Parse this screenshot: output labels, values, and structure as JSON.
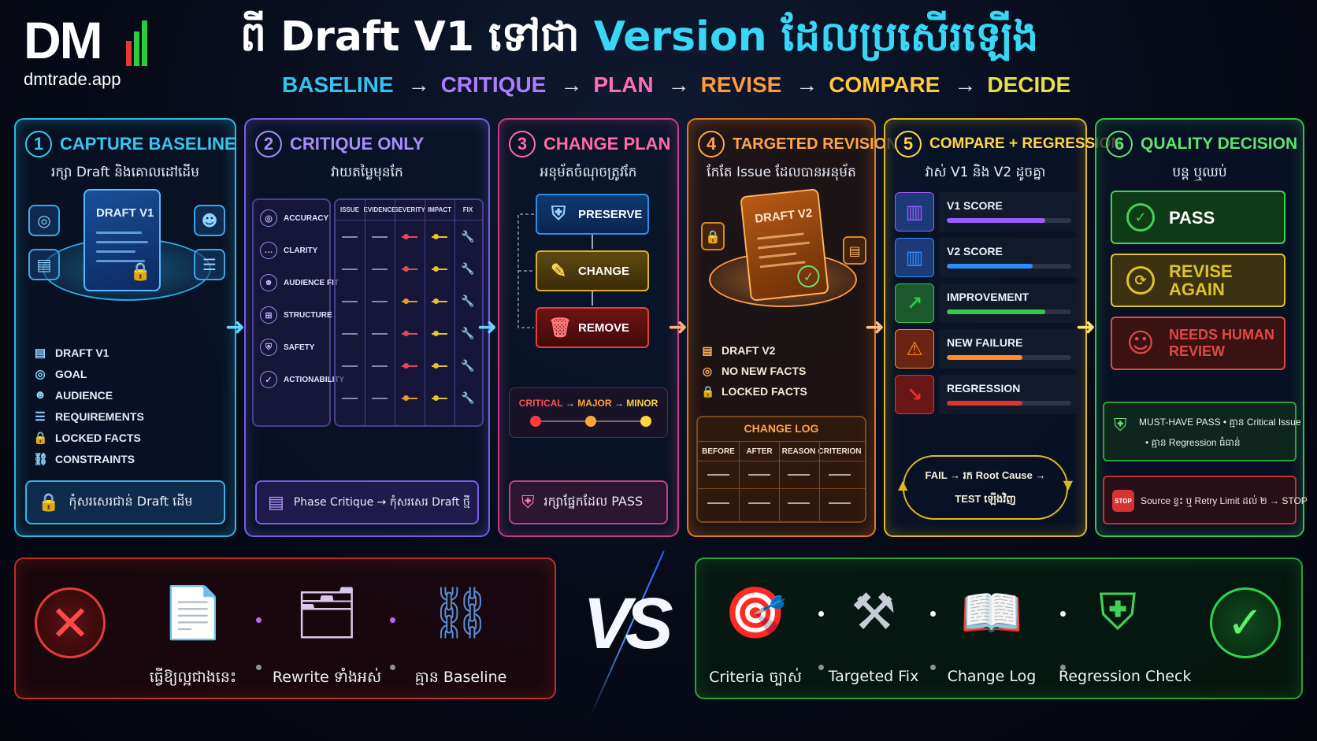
{
  "brand": {
    "logo_text": "DM",
    "site": "dmtrade.app",
    "bar_colors": [
      "#e53935",
      "#2ecc40",
      "#2ecc40"
    ]
  },
  "title": {
    "part1": "ពី Draft V1 ទៅជា ",
    "part2": "Version ដែលប្រសើរឡើង"
  },
  "flow": [
    "BASELINE",
    "CRITIQUE",
    "PLAN",
    "REVISE",
    "COMPARE",
    "DECIDE"
  ],
  "flow_arrow": "→",
  "flow_colors": [
    "#34c3f0",
    "#b07cff",
    "#ff6fb0",
    "#ff9a3c",
    "#ffc93a",
    "#e6df4e"
  ],
  "steps": [
    {
      "num": "1",
      "title": "CAPTURE BASELINE",
      "subtitle": "រក្សា Draft និងគោលដៅដើម",
      "doc_label": "DRAFT V1",
      "items": [
        {
          "icon": "clipboard-icon",
          "glyph": "▤",
          "label": "DRAFT V1"
        },
        {
          "icon": "target-icon",
          "glyph": "◎",
          "label": "GOAL"
        },
        {
          "icon": "users-icon",
          "glyph": "☻",
          "label": "AUDIENCE"
        },
        {
          "icon": "checklist-icon",
          "glyph": "☰",
          "label": "REQUIREMENTS"
        },
        {
          "icon": "lock-icon",
          "glyph": "🔒",
          "label": "LOCKED FACTS"
        },
        {
          "icon": "link-icon",
          "glyph": "⛓",
          "label": "CONSTRAINTS"
        }
      ],
      "footer": "កុំសរសេរជាន់ Draft ដើម"
    },
    {
      "num": "2",
      "title": "CRITIQUE ONLY",
      "subtitle": "វាយតម្លៃមុនកែ",
      "criteria": [
        "ACCURACY",
        "CLARITY",
        "AUDIENCE FIT",
        "STRUCTURE",
        "SAFETY",
        "ACTIONABILITY"
      ],
      "criteria_glyphs": [
        "◎",
        "…",
        "☻",
        "⊞",
        "⛨",
        "✓"
      ],
      "columns": [
        "ISSUE",
        "EVIDENCE",
        "SEVERITY",
        "IMPACT",
        "FIX"
      ],
      "severity_colors": [
        "#e5484d",
        "#e5484d",
        "#e89a2c",
        "#e5484d",
        "#e5484d",
        "#e89a2c"
      ],
      "impact_colors": [
        "#e8c22c",
        "#e8c22c",
        "#e8c22c",
        "#e8c22c",
        "#e8c22c",
        "#e8c22c"
      ],
      "fix_glyph": "🔧",
      "footer": "Phase Critique → កុំសរសេរ Draft ថ្មី"
    },
    {
      "num": "3",
      "title": "CHANGE PLAN",
      "subtitle": "អនុម័តចំណុចត្រូវកែ",
      "actions": [
        {
          "icon": "shield-icon",
          "glyph": "⛨",
          "label": "PRESERVE"
        },
        {
          "icon": "pencil-icon",
          "glyph": "✎",
          "label": "CHANGE"
        },
        {
          "icon": "trash-icon",
          "glyph": "🗑",
          "label": "REMOVE"
        }
      ],
      "severity": [
        "CRITICAL",
        "MAJOR",
        "MINOR"
      ],
      "severity_dot_colors": [
        "#ff3b3b",
        "#ffa43a",
        "#ffd43a"
      ],
      "footer": "រក្សាផ្នែកដែល PASS"
    },
    {
      "num": "4",
      "title": "TARGETED REVISION",
      "subtitle": "កែតែ Issue ដែលបានអនុម័ត",
      "doc_label": "DRAFT V2",
      "items": [
        {
          "icon": "clipboard-icon",
          "glyph": "▤",
          "label": "DRAFT V2"
        },
        {
          "icon": "target-icon",
          "glyph": "◎",
          "label": "NO NEW FACTS"
        },
        {
          "icon": "lock-icon",
          "glyph": "🔒",
          "label": "LOCKED FACTS"
        }
      ],
      "change_log_title": "CHANGE LOG",
      "change_log_columns": [
        "BEFORE",
        "AFTER",
        "REASON",
        "CRITERION"
      ]
    },
    {
      "num": "5",
      "title": "COMPARE + REGRESSION",
      "subtitle": "វាស់ V1 និង V2 ដូចគ្នា",
      "metrics": [
        {
          "icon": "bar-chart-icon",
          "glyph": "▥",
          "label": "V1 SCORE",
          "level": 0.79,
          "color": "#9b5cff",
          "icon_bg": "#1c3a78"
        },
        {
          "icon": "bar-chart-icon",
          "glyph": "▥",
          "label": "V2 SCORE",
          "level": 0.69,
          "color": "#2f8cff",
          "icon_bg": "#1c3a78"
        },
        {
          "icon": "trend-up-icon",
          "glyph": "↗",
          "label": "IMPROVEMENT",
          "level": 0.79,
          "color": "#35c94c",
          "icon_bg": "#1c5a2c"
        },
        {
          "icon": "warning-icon",
          "glyph": "⚠",
          "label": "NEW FAILURE",
          "level": 0.61,
          "color": "#ff8a2a",
          "icon_bg": "#6a2414"
        },
        {
          "icon": "trend-down-icon",
          "glyph": "↘",
          "label": "REGRESSION",
          "level": 0.61,
          "color": "#e53030",
          "icon_bg": "#6a1616"
        }
      ],
      "loop_line1": "FAIL → រក Root Cause →",
      "loop_line2": "TEST ឡើងវិញ"
    },
    {
      "num": "6",
      "title": "QUALITY DECISION",
      "subtitle": "បន្ត ឬឈប់",
      "decisions": [
        {
          "icon": "check-circle-icon",
          "glyph": "✓",
          "label1": "PASS",
          "label2": "",
          "color": "#3fd256",
          "bg": "#0f3a16"
        },
        {
          "icon": "refresh-icon",
          "glyph": "⟳",
          "label1": "REVISE",
          "label2": "AGAIN",
          "color": "#e0c22c",
          "bg": "#3a3210"
        },
        {
          "icon": "user-icon",
          "glyph": "☺",
          "label1": "NEEDS HUMAN",
          "label2": "REVIEW",
          "color": "#e04848",
          "bg": "#3a1212"
        }
      ],
      "must_line1": "MUST-HAVE PASS • គ្មាន Critical Issue",
      "must_line2": "• គ្មាន Regression ធំធាន់",
      "stop_badge": "STOP",
      "stop_text": "Source ខ្វះ ឬ Retry Limit ដល់ ២ → STOP"
    }
  ],
  "bad": {
    "glyph": "✕",
    "items": [
      {
        "icon": "papers-icon",
        "glyph": "📄",
        "label": "ធ្វើឱ្យល្អជាងនេះ"
      },
      {
        "icon": "torn-photos-icon",
        "glyph": "🗂",
        "label": "Rewrite ទាំងអស់"
      },
      {
        "icon": "broken-link-icon",
        "glyph": "⛓",
        "label": "គ្មាន Baseline"
      }
    ]
  },
  "vs": "VS",
  "good": {
    "glyph": "✓",
    "items": [
      {
        "icon": "target-icon",
        "glyph": "🎯",
        "label": "Criteria ច្បាស់"
      },
      {
        "icon": "tools-icon",
        "glyph": "⚒",
        "label": "Targeted Fix"
      },
      {
        "icon": "book-icon",
        "glyph": "📖",
        "label": "Change Log"
      },
      {
        "icon": "shield-check-icon",
        "glyph": "⛨",
        "label": "Regression Check"
      }
    ]
  },
  "arrow_glyph": "➜",
  "arrow_colors": [
    "#5fd8ff",
    "#6fd0ff",
    "#ffb07a",
    "#ffc080",
    "#ffe07a"
  ]
}
